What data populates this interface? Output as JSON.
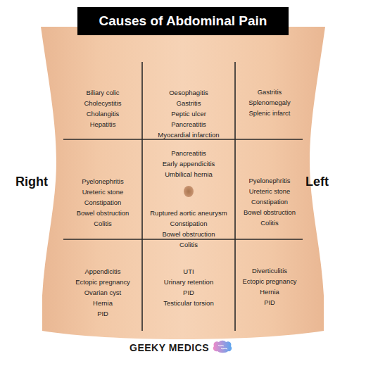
{
  "diagram": {
    "title": "Causes of Abdominal Pain",
    "nodes": [
      {
        "text": [
          "Biliary colic",
          "Cholecystitis",
          "Cholangitis",
          "Hepatitis"
        ]
      },
      {
        "text": [
          "Oesophagitis",
          "Gastritis",
          "Peptic ulcer",
          "Pancreatitis",
          "Myocardial infarction"
        ]
      },
      {
        "text": [
          "Gastritis",
          "Splenomegaly",
          "Splenic infarct"
        ]
      },
      {
        "text": [
          "Pyelonephritis",
          "Ureteric stone",
          "Constipation",
          "Bowel obstruction",
          "Colitis"
        ]
      },
      {
        "text": [
          "Pancreatitis",
          "Early appendicitis",
          "Umbilical hernia",
          "Ruptured aortic aneurysm",
          "Constipation",
          "Bowel obstruction",
          "Colitis"
        ]
      },
      {
        "text": [
          "Pyelonephritis",
          "Ureteric stone",
          "Constipation",
          "Bowel obstruction",
          "Colitis"
        ]
      },
      {
        "text": [
          "Appendicitis",
          "Ectopic pregnancy",
          "Ovarian cyst",
          "Hernia",
          "PID"
        ]
      },
      {
        "text": [
          "UTI",
          "Urinary retention",
          "PID",
          "Testicular torsion"
        ]
      },
      {
        "text": [
          "Diverticulitis",
          "Ectopic pregnancy",
          "Hernia",
          "PID"
        ]
      }
    ],
    "labels": [
      "Right",
      "Left",
      "GEEKY MEDICS"
    ]
  }
}
